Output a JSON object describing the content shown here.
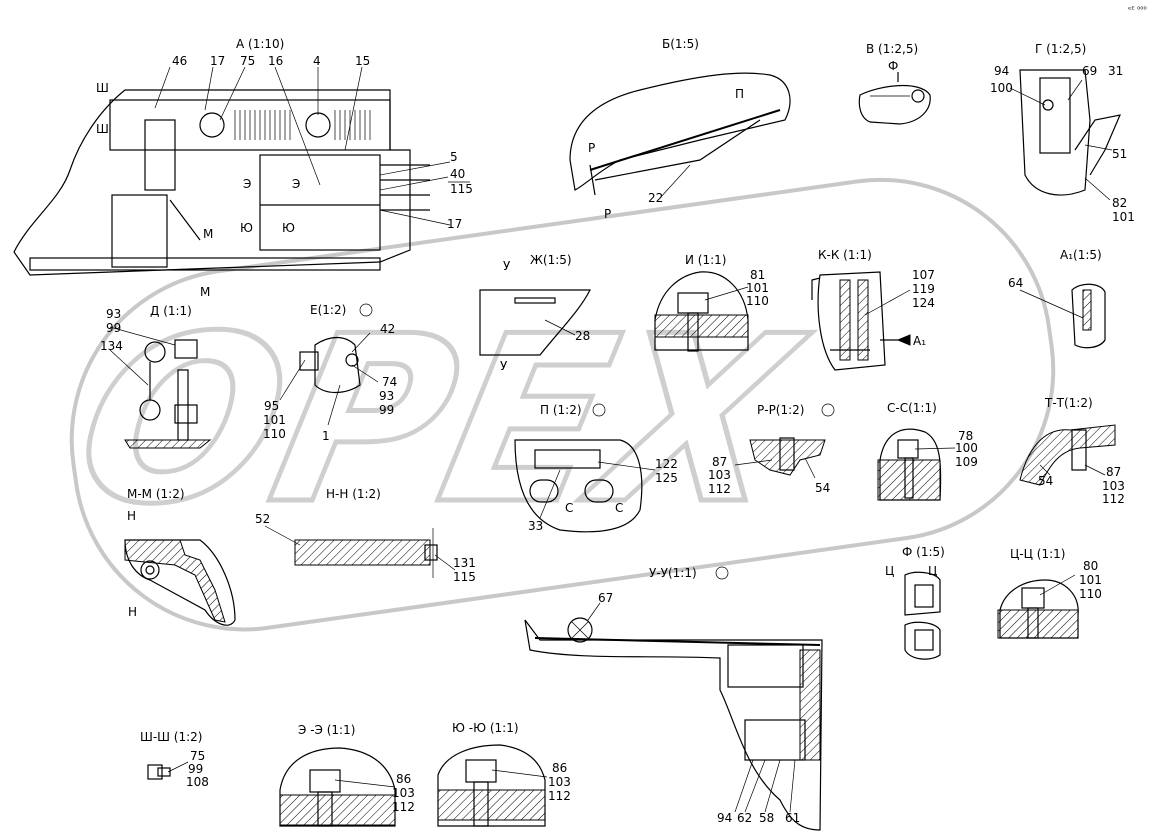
{
  "corner_mark": "ᵉᴱ ⁰⁰⁰",
  "watermark": "OPEX",
  "views": {
    "A": "А (1:10)",
    "B": "Б(1:5)",
    "V": "В (1:2,5)",
    "G": "Г (1:2,5)",
    "D": "Д (1:1)",
    "E": "Е(1:2)",
    "Zh": "Ж(1:5)",
    "I": "И (1:1)",
    "KK": "К-К (1:1)",
    "A1": "А₁(1:5)",
    "P": "П (1:2)",
    "RR": "Р-Р(1:2)",
    "SS": "С-С(1:1)",
    "TT": "Т-Т(1:2)",
    "MM": "М-М (1:2)",
    "NN": "Н-Н (1:2)",
    "UU": "У-У(1:1)",
    "F": "Ф (1:5)",
    "TsTs": "Ц-Ц (1:1)",
    "ShSh": "Ш-Ш (1:2)",
    "EE": "Э -Э (1:1)",
    "YuYu": "Ю -Ю (1:1)"
  },
  "letters": {
    "Sh": "Ш",
    "E": "Э",
    "Yu": "Ю",
    "M": "М",
    "P": "П",
    "R": "Р",
    "F": "Ф",
    "U": "У",
    "S": "С",
    "N": "Н",
    "Ts": "Ц",
    "A1": "А₁"
  },
  "callouts": {
    "A": [
      "46",
      "17",
      "75",
      "16",
      "4",
      "15",
      "5",
      "40",
      "115",
      "17"
    ],
    "B": [
      "22"
    ],
    "G": [
      "94",
      "100",
      "69",
      "31",
      "51",
      "82",
      "101"
    ],
    "D": [
      "93",
      "99",
      "134"
    ],
    "E": [
      "42",
      "74",
      "93",
      "99",
      "95",
      "101",
      "110",
      "1"
    ],
    "Zh": [
      "28"
    ],
    "I": [
      "81",
      "101",
      "110"
    ],
    "KK": [
      "107",
      "119",
      "124"
    ],
    "A1": [
      "64"
    ],
    "P": [
      "122",
      "125",
      "33"
    ],
    "RR": [
      "87",
      "103",
      "112",
      "54"
    ],
    "SS": [
      "78",
      "100",
      "109"
    ],
    "TT": [
      "54",
      "87",
      "103",
      "112"
    ],
    "NN": [
      "52",
      "131",
      "115"
    ],
    "UU": [
      "67",
      "94",
      "62",
      "58",
      "61"
    ],
    "TsTs": [
      "80",
      "101",
      "110"
    ],
    "ShSh": [
      "75",
      "99",
      "108"
    ],
    "EE": [
      "86",
      "103",
      "112"
    ],
    "YuYu": [
      "86",
      "103",
      "112"
    ]
  }
}
